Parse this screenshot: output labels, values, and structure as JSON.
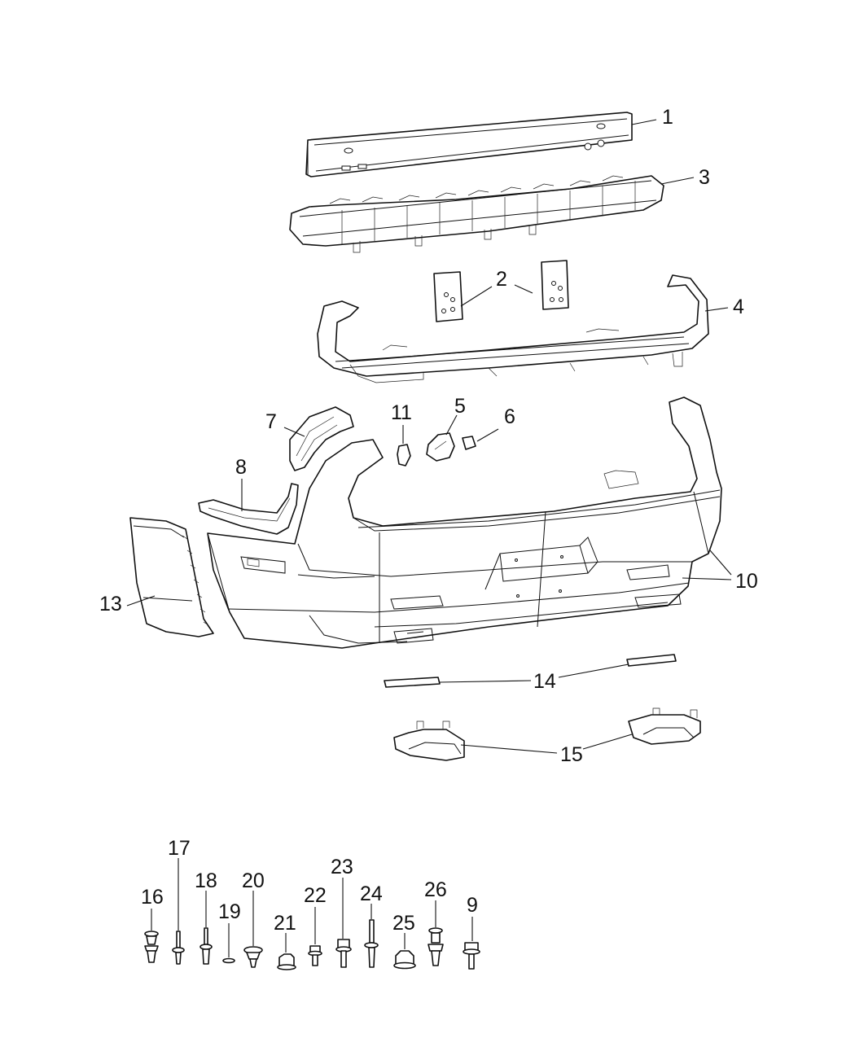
{
  "callouts": {
    "c1": "1",
    "c2": "2",
    "c3": "3",
    "c4": "4",
    "c5": "5",
    "c6": "6",
    "c7": "7",
    "c8": "8",
    "c9": "9",
    "c10": "10",
    "c11": "11",
    "c13": "13",
    "c14": "14",
    "c15": "15",
    "c16": "16",
    "c17": "17",
    "c18": "18",
    "c19": "19",
    "c20": "20",
    "c21": "21",
    "c22": "22",
    "c23": "23",
    "c24": "24",
    "c25": "25",
    "c26": "26"
  }
}
